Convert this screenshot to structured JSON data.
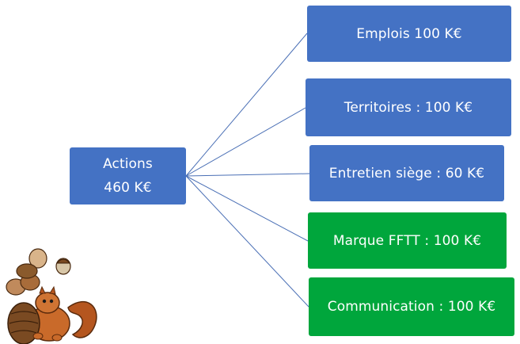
{
  "colors": {
    "blue": "#4472c4",
    "green": "#00a63c",
    "line": "#4a6fb5"
  },
  "root": {
    "line1": "Actions",
    "line2": "460 K€",
    "color": "blue"
  },
  "children": [
    {
      "label": "Emplois 100 K€",
      "color": "blue"
    },
    {
      "label": "Territoires : 100 K€",
      "color": "blue"
    },
    {
      "label": "Entretien siège : 60 K€",
      "color": "blue"
    },
    {
      "label": "Marque FFTT : 100 K€",
      "color": "green"
    },
    {
      "label": "Communication : 100 K€",
      "color": "green"
    }
  ],
  "decoration": {
    "icon": "squirrel-icon"
  }
}
